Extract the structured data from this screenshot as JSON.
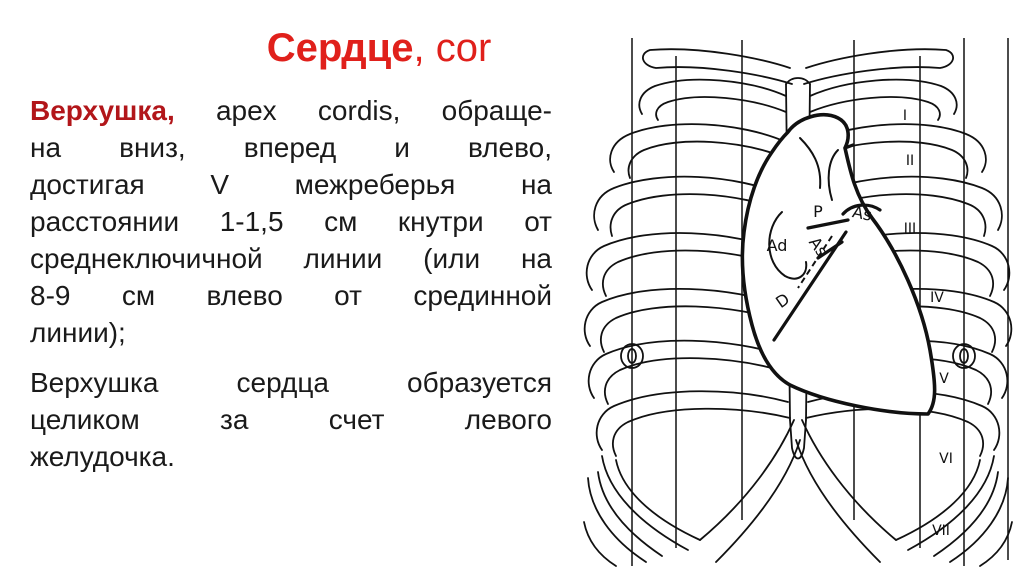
{
  "slide": {
    "title_bold": "Сердце",
    "title_rest": ", cor",
    "paragraph_1": {
      "lead": "Верхушка,",
      "lines": [
        "apex cordis, обраще-",
        "на вниз, вперед и влево,",
        "достигая V межреберья на",
        "расстоянии 1-1,5 см кнутри от",
        "среднеключичной линии (или на",
        "8-9 см влево от срединной",
        "линии);"
      ]
    },
    "paragraph_2": {
      "lines": [
        "Верхушка сердца образуется",
        "целиком за счет левого",
        "желудочка."
      ]
    }
  },
  "figure": {
    "rib_numbers": [
      "I",
      "II",
      "III",
      "IV",
      "V",
      "VI",
      "VII"
    ],
    "heart_labels": {
      "p": "P",
      "as_upper": "As",
      "ad": "Ad",
      "as_lower": "As",
      "d": "D"
    }
  },
  "colors": {
    "title": "#e0201b",
    "lead": "#b2161a",
    "text": "#1a1a1a",
    "ink": "#111111",
    "bg": "#ffffff"
  }
}
